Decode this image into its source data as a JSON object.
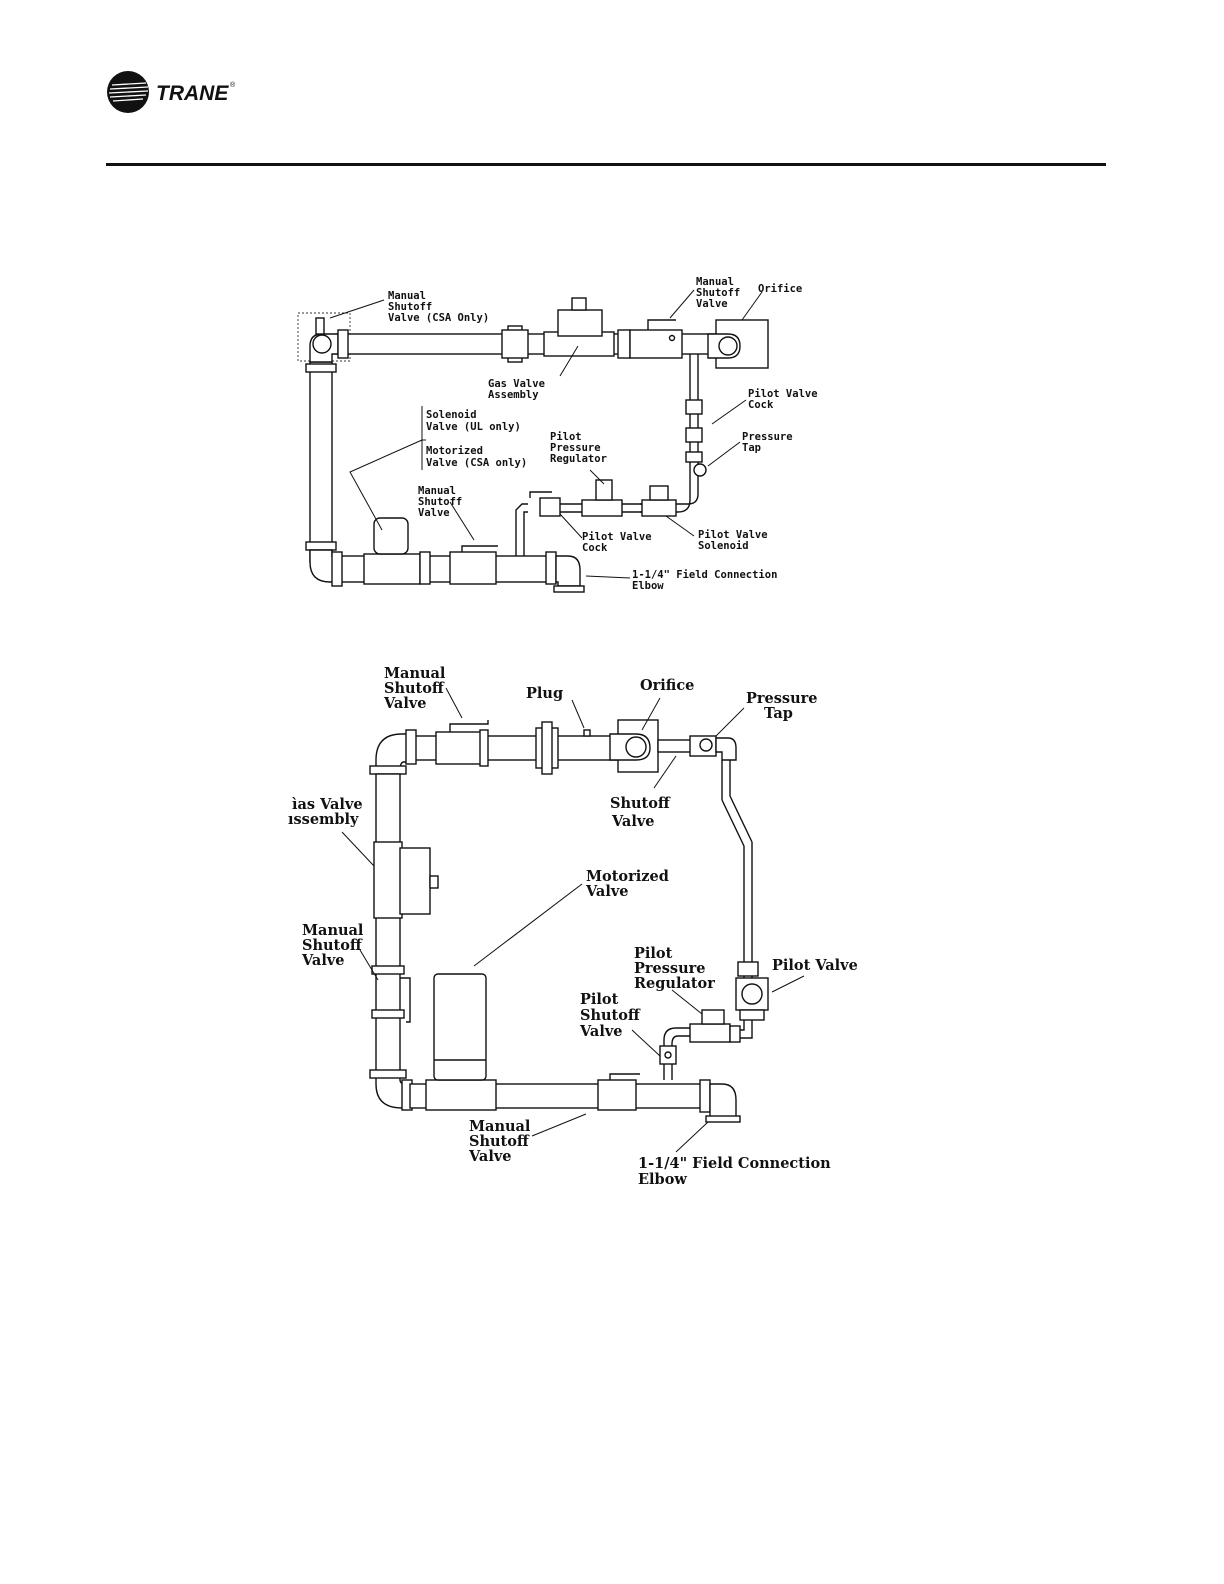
{
  "header": {
    "brand": "TRANE",
    "registered": "®"
  },
  "diagram_top": {
    "labels": {
      "manual_shutoff_csa": [
        "Manual",
        "Shutoff",
        "Valve (CSA Only)"
      ],
      "gas_valve_assembly": [
        "Gas Valve",
        "Assembly"
      ],
      "manual_shutoff_top": [
        "Manual",
        "Shutoff",
        "Valve"
      ],
      "orifice": [
        "Orifice"
      ],
      "pilot_valve_cock_right": [
        "Pilot Valve",
        "Cock"
      ],
      "pressure_tap": [
        "Pressure",
        "Tap"
      ],
      "solenoid_motorized": [
        "Solenoid",
        "Valve (UL only)",
        "Motorized",
        "Valve (CSA only)"
      ],
      "pilot_pressure_regulator": [
        "Pilot",
        "Pressure",
        "Regulator"
      ],
      "manual_shutoff_bottom": [
        "Manual",
        "Shutoff",
        "Valve"
      ],
      "pilot_valve_cock_bottom": [
        "Pilot Valve",
        "Cock"
      ],
      "pilot_valve_solenoid": [
        "Pilot Valve",
        "Solenoid"
      ],
      "field_connection": [
        "1-1/4\" Field Connection",
        "Elbow"
      ]
    }
  },
  "diagram_bottom": {
    "labels": {
      "manual_shutoff_top": [
        "Manual",
        "Shutoff",
        "Valve"
      ],
      "plug": [
        "Plug"
      ],
      "orifice": [
        "Orifice"
      ],
      "pressure_tap": [
        "Pressure",
        "Tap"
      ],
      "shutoff_valve": [
        "Shutoff",
        "Valve"
      ],
      "gas_valve_assembly": [
        "ìas Valve",
        "ıssembly"
      ],
      "motorized_valve": [
        "Motorized",
        "Valve"
      ],
      "manual_shutoff_left": [
        "Manual",
        "Shutoff",
        "Valve"
      ],
      "pilot_pressure_regulator": [
        "Pilot",
        "Pressure",
        "Regulator"
      ],
      "pilot_valve": [
        "Pilot Valve"
      ],
      "pilot_shutoff_valve": [
        "Pilot",
        "Shutoff",
        "Valve"
      ],
      "manual_shutoff_bottom": [
        "Manual",
        "Shutoff",
        "Valve"
      ],
      "field_connection": [
        "1-1/4\" Field Connection",
        "Elbow"
      ]
    }
  }
}
